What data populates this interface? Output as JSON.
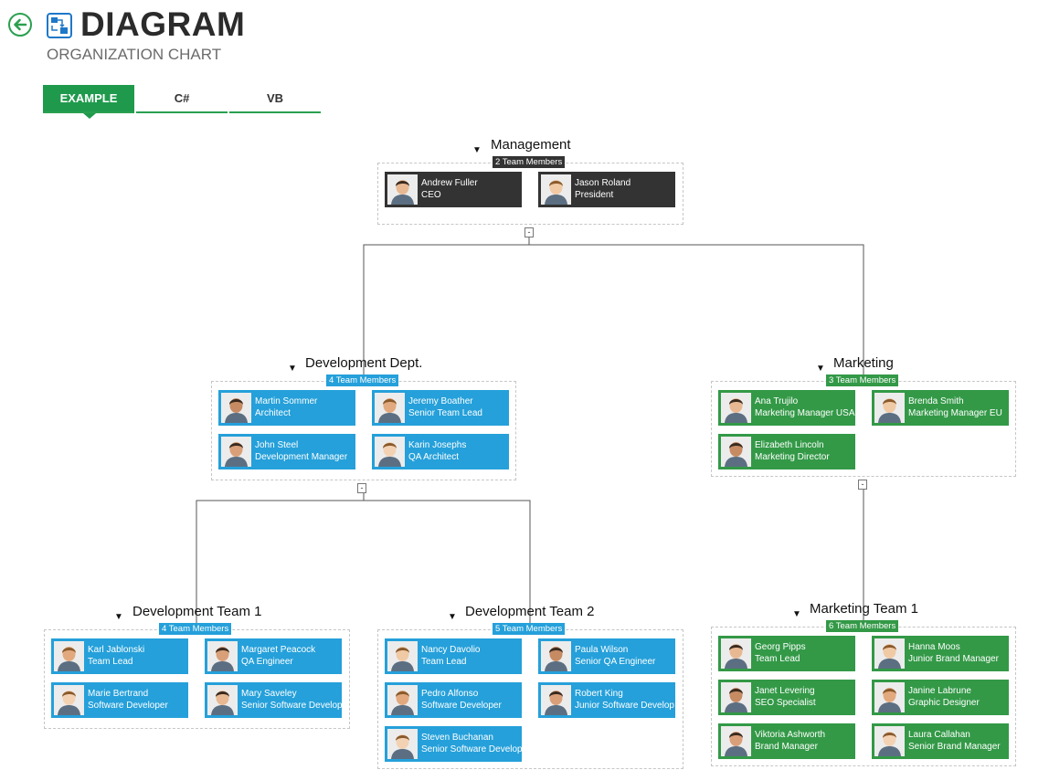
{
  "header": {
    "title": "DIAGRAM",
    "subtitle": "ORGANIZATION CHART",
    "tabs": [
      {
        "label": "EXAMPLE",
        "active": true
      },
      {
        "label": "C#",
        "active": false
      },
      {
        "label": "VB",
        "active": false
      }
    ]
  },
  "colors": {
    "accent": "#1f9a4c",
    "management": "#333333",
    "development": "#25a0da",
    "marketing": "#339947"
  },
  "groups": [
    {
      "title": "Management",
      "badge": "2 Team Members",
      "members": [
        {
          "name": "Andrew Fuller",
          "role": "CEO"
        },
        {
          "name": "Jason Roland",
          "role": "President"
        }
      ]
    },
    {
      "title": "Development Dept.",
      "badge": "4 Team Members",
      "members": [
        {
          "name": "Martin Sommer",
          "role": "Architect"
        },
        {
          "name": "Jeremy Boather",
          "role": "Senior Team Lead"
        },
        {
          "name": "John Steel",
          "role": "Development Manager"
        },
        {
          "name": "Karin Josephs",
          "role": "QA Architect"
        }
      ]
    },
    {
      "title": "Marketing",
      "badge": "3 Team Members",
      "members": [
        {
          "name": "Ana Trujilo",
          "role": "Marketing Manager USA"
        },
        {
          "name": "Brenda Smith",
          "role": "Marketing Manager EU"
        },
        {
          "name": "Elizabeth Lincoln",
          "role": "Marketing Director"
        }
      ]
    },
    {
      "title": "Development Team 1",
      "badge": "4 Team Members",
      "members": [
        {
          "name": "Karl Jablonski",
          "role": "Team Lead"
        },
        {
          "name": "Margaret Peacock",
          "role": "QA Engineer"
        },
        {
          "name": "Marie Bertrand",
          "role": "Software Developer"
        },
        {
          "name": "Mary Saveley",
          "role": "Senior Software Develop"
        }
      ]
    },
    {
      "title": "Development Team 2",
      "badge": "5 Team Members",
      "members": [
        {
          "name": "Nancy Davolio",
          "role": "Team Lead"
        },
        {
          "name": "Paula Wilson",
          "role": "Senior QA Engineer"
        },
        {
          "name": "Pedro Alfonso",
          "role": "Software Developer"
        },
        {
          "name": "Robert King",
          "role": "Junior Software Develop"
        },
        {
          "name": "Steven Buchanan",
          "role": "Senior Software Develop"
        }
      ]
    },
    {
      "title": "Marketing Team 1",
      "badge": "6 Team Members",
      "members": [
        {
          "name": "Georg Pipps",
          "role": "Team Lead"
        },
        {
          "name": "Hanna Moos",
          "role": "Junior Brand Manager"
        },
        {
          "name": "Janet Levering",
          "role": "SEO Specialist"
        },
        {
          "name": "Janine Labrune",
          "role": "Graphic Designer"
        },
        {
          "name": "Viktoria Ashworth",
          "role": "Brand Manager"
        },
        {
          "name": "Laura Callahan",
          "role": "Senior Brand Manager"
        }
      ]
    }
  ],
  "collapse_label": "-"
}
